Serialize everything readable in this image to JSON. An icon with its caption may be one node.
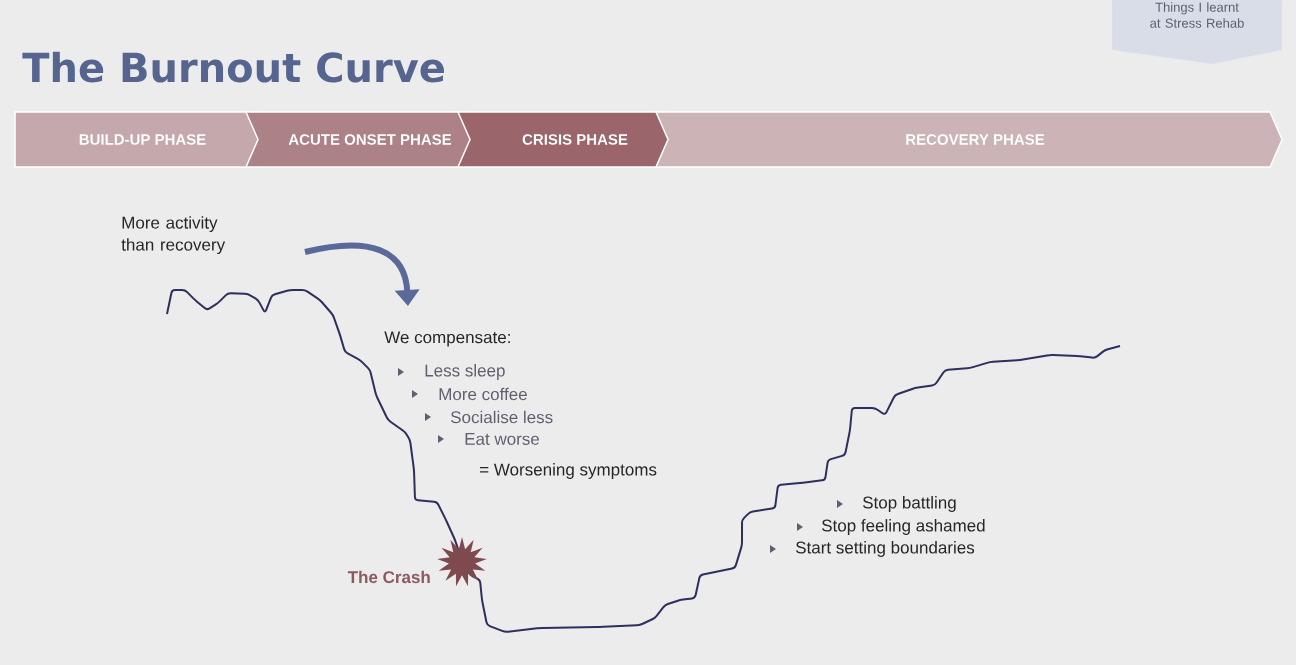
{
  "diagram": {
    "title": "The Burnout Curve",
    "nodes": [
      {
        "text": [
          "BUILD-UP PHASE"
        ]
      },
      {
        "text": [
          "ACUTE ONSET PHASE"
        ]
      },
      {
        "text": [
          "CRISIS PHASE"
        ]
      },
      {
        "text": [
          "RECOVERY PHASE"
        ]
      },
      {
        "text": [
          "Things I learnt at Stress Rehab"
        ]
      },
      {
        "text": [],
        "shape": "star",
        "beside": [
          "The Crash"
        ]
      }
    ],
    "edges": [],
    "labels": [
      "More activity than recovery",
      "We compensate:",
      "Less sleep",
      "More coffee",
      "Socialise less",
      "Eat worse",
      "= Worsening symptoms",
      "Stop battling",
      "Stop feeling ashamed",
      "Start setting boundaries"
    ]
  }
}
